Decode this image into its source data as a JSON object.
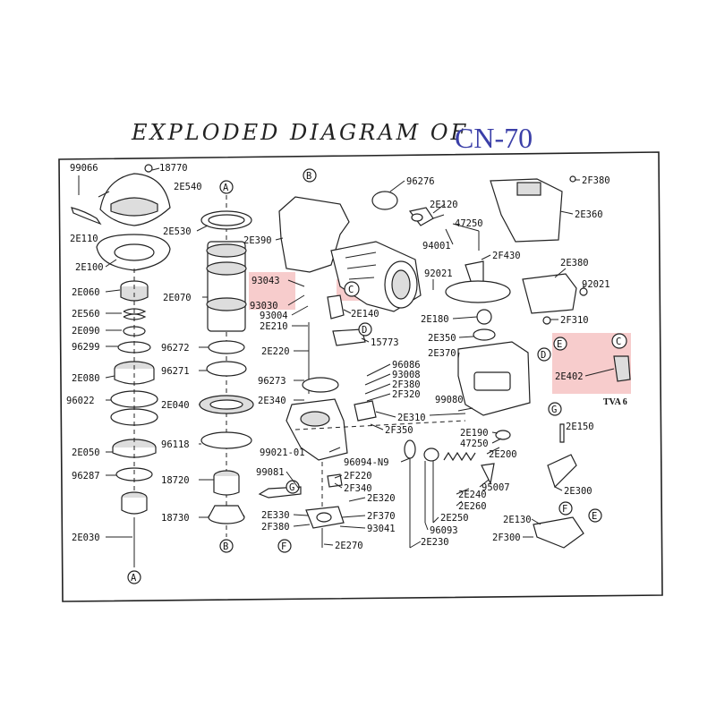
{
  "title": {
    "prefix": "EXPLODED DIAGRAM OF",
    "model": "CN-70"
  },
  "side_note": "TVA 6",
  "labels": {
    "p99066": "99066",
    "p18770": "18770",
    "p2E540": "2E540",
    "p2E110": "2E110",
    "p2E100": "2E100",
    "p2E060": "2E060",
    "p2E560": "2E560",
    "p2E090": "2E090",
    "p96299": "96299",
    "p2E080": "2E080",
    "p96022": "96022",
    "p2E050": "2E050",
    "p96287": "96287",
    "p2E030": "2E030",
    "p2E530": "2E530",
    "p2E070": "2E070",
    "p96272": "96272",
    "p96271": "96271",
    "p2E040": "2E040",
    "p96118": "96118",
    "p18720": "18720",
    "p18730": "18730",
    "p2E390": "2E390",
    "p93043": "93043",
    "p93030": "93030",
    "p93004": "93004",
    "p2E140": "2E140",
    "p2E210": "2E210",
    "p2E220": "2E220",
    "p96273": "96273",
    "p2E340": "2E340",
    "p15773": "15773",
    "p96086": "96086",
    "p93008": "93008",
    "p2F380a": "2F380",
    "p2F320a": "2F320",
    "p2E310": "2E310",
    "p2F350": "2F350",
    "p99021": "99021-01",
    "p96094": "96094-N9",
    "p99081": "99081",
    "p2F220": "2F220",
    "p2F340": "2F340",
    "p2E320": "2E320",
    "p2E330": "2E330",
    "p2F370": "2F370",
    "p2F380b": "2F380",
    "p93041": "93041",
    "p2E270": "2E270",
    "p96276": "96276",
    "p2E120": "2E120",
    "p47250a": "47250",
    "p94001": "94001",
    "p2F430": "2F430",
    "p92021a": "92021",
    "p2E180": "2E180",
    "p2E350": "2E350",
    "p2E370": "2E370",
    "p99080": "99080",
    "p2E190": "2E190",
    "p47250b": "47250",
    "p2E200": "2E200",
    "p95007": "95007",
    "p2E240": "2E240",
    "p2E260": "2E260",
    "p2E250": "2E250",
    "p96093": "96093",
    "p2E230": "2E230",
    "p2F380c": "2F380",
    "p2E360": "2E360",
    "p2E380": "2E380",
    "p92021b": "92021",
    "p2F310": "2F310",
    "p2E402": "2E402",
    "p2E150": "2E150",
    "p2E300": "2E300",
    "p2E130": "2E130",
    "p2F300": "2F300"
  },
  "callouts": {
    "a": "A",
    "b": "B",
    "c": "C",
    "d": "D",
    "e": "E",
    "f": "F",
    "g": "G"
  },
  "colors": {
    "accent": "#3b3fa8",
    "highlight": "#f4b7b7"
  }
}
